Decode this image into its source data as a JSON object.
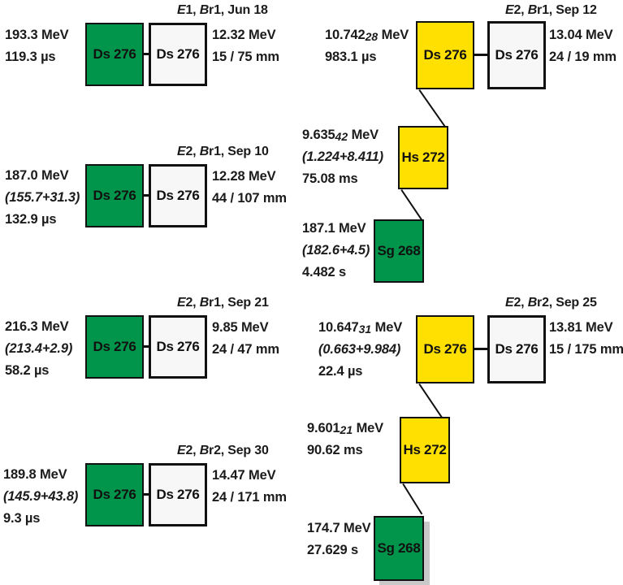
{
  "figure": {
    "type": "decay-chain-diagram",
    "units": {
      "energy": "MeV",
      "position": "mm"
    },
    "colors": {
      "green_box": "#00954a",
      "yellow_box": "#ffe000",
      "white_box": "#f7f7f7",
      "outline": "#111111",
      "shadow": "#c9c9c9"
    },
    "legend_note": ""
  },
  "chains": [
    {
      "id": "chain-1",
      "header": {
        "experiment": "E1",
        "branch": "Br1",
        "date": "Jun 18",
        "text": "E1, Br1, Jun 18"
      },
      "left_labels": [
        "193.3 MeV",
        "119.3 µs"
      ],
      "right_labels": [
        "12.32 MeV",
        "15 / 75 mm"
      ],
      "implant_box": {
        "nuclide": "Ds 276",
        "color": "green"
      },
      "decay_box": {
        "nuclide": "Ds 276",
        "color": "white"
      },
      "daughters": []
    },
    {
      "id": "chain-2",
      "header": {
        "experiment": "E2",
        "branch": "Br1",
        "date": "Sep 10",
        "text": "E2, Br1, Sep 10"
      },
      "left_labels": [
        "187.0 MeV",
        "(155.7+31.3)",
        "132.9 µs"
      ],
      "right_labels": [
        "12.28 MeV",
        "44 / 107 mm"
      ],
      "implant_box": {
        "nuclide": "Ds 276",
        "color": "green"
      },
      "decay_box": {
        "nuclide": "Ds 276",
        "color": "white"
      },
      "daughters": []
    },
    {
      "id": "chain-3",
      "header": {
        "experiment": "E2",
        "branch": "Br1",
        "date": "Sep 21",
        "text": "E2, Br1, Sep 21"
      },
      "left_labels": [
        "216.3 MeV",
        "(213.4+2.9)",
        "58.2 µs"
      ],
      "right_labels": [
        "9.85 MeV",
        "24 / 47 mm"
      ],
      "implant_box": {
        "nuclide": "Ds 276",
        "color": "green"
      },
      "decay_box": {
        "nuclide": "Ds 276",
        "color": "white"
      },
      "daughters": []
    },
    {
      "id": "chain-4",
      "header": {
        "experiment": "E2",
        "branch": "Br2",
        "date": "Sep 30",
        "text": "E2, Br2, Sep 30"
      },
      "left_labels": [
        "189.8 MeV",
        "(145.9+43.8)",
        "9.3 µs"
      ],
      "right_labels": [
        "14.47 MeV",
        "24 / 171 mm"
      ],
      "implant_box": {
        "nuclide": "Ds 276",
        "color": "green"
      },
      "decay_box": {
        "nuclide": "Ds 276",
        "color": "white"
      },
      "daughters": []
    },
    {
      "id": "chain-5",
      "header": {
        "experiment": "E2",
        "branch": "Br1",
        "date": "Sep 12",
        "text": "E2, Br1, Sep 12"
      },
      "energy": "10.742",
      "uncertainty": "28",
      "left_labels": [
        "983.1 µs"
      ],
      "right_labels": [
        "13.04 MeV",
        "24 / 19 mm"
      ],
      "implant_box": {
        "nuclide": "Ds 276",
        "color": "yellow"
      },
      "decay_box": {
        "nuclide": "Ds 276",
        "color": "white"
      },
      "daughters": [
        {
          "nuclide": "Hs 272",
          "color": "yellow",
          "energy": "9.635",
          "uncertainty": "42",
          "labels": [
            "(1.224+8.411)",
            "75.08 ms"
          ]
        },
        {
          "nuclide": "Sg 268",
          "color": "green",
          "labels": [
            "187.1 MeV",
            "(182.6+4.5)",
            "4.482 s"
          ]
        }
      ]
    },
    {
      "id": "chain-6",
      "header": {
        "experiment": "E2",
        "branch": "Br2",
        "date": "Sep 25",
        "text": "E2, Br2, Sep 25"
      },
      "energy": "10.647",
      "uncertainty": "31",
      "left_labels": [
        "(0.663+9.984)",
        "22.4 µs"
      ],
      "right_labels": [
        "13.81 MeV",
        "15 / 175 mm"
      ],
      "implant_box": {
        "nuclide": "Ds 276",
        "color": "yellow"
      },
      "decay_box": {
        "nuclide": "Ds 276",
        "color": "white"
      },
      "daughters": [
        {
          "nuclide": "Hs 272",
          "color": "yellow",
          "energy": "9.601",
          "uncertainty": "21",
          "labels": [
            "90.62 ms"
          ]
        },
        {
          "nuclide": "Sg 268",
          "color": "green",
          "labels": [
            "174.7 MeV",
            "27.629 s"
          ],
          "shadow": true
        }
      ]
    }
  ],
  "text": {
    "mev": "MeV",
    "c1_l0": "193.3 MeV",
    "c1_l1": "119.3 µs",
    "c1_r0": "12.32 MeV",
    "c1_r1": "15 / 75 mm",
    "c1_hdr_a": "E",
    "c1_hdr_b": "1, ",
    "c1_hdr_c": "B",
    "c1_hdr_d": "r1, Jun 18",
    "c2_l0": "187.0 MeV",
    "c2_l1": "(155.7+31.3)",
    "c2_l2": "132.9 µs",
    "c2_r0": "12.28 MeV",
    "c2_r1": "44 / 107 mm",
    "c2_hdr_a": "E",
    "c2_hdr_b": "2, ",
    "c2_hdr_c": "B",
    "c2_hdr_d": "r1, Sep 10",
    "c3_l0": "216.3 MeV",
    "c3_l1": "(213.4+2.9)",
    "c3_l2": "58.2 µs",
    "c3_r0": "9.85 MeV",
    "c3_r1": "24 / 47 mm",
    "c3_hdr_a": "E",
    "c3_hdr_b": "2, ",
    "c3_hdr_c": "B",
    "c3_hdr_d": "r1, Sep 21",
    "c4_l0": "189.8 MeV",
    "c4_l1": "(145.9+43.8)",
    "c4_l2": "9.3 µs",
    "c4_r0": "14.47 MeV",
    "c4_r1": "24 / 171 mm",
    "c4_hdr_a": "E",
    "c4_hdr_b": "2, ",
    "c4_hdr_c": "B",
    "c4_hdr_d": "r2, Sep 30",
    "c5_e": "10.742",
    "c5_u": "28",
    "c5_l1": "983.1 µs",
    "c5_r0": "13.04 MeV",
    "c5_r1": "24 / 19 mm",
    "c5_hdr_a": "E",
    "c5_hdr_b": "2, ",
    "c5_hdr_c": "B",
    "c5_hdr_d": "r1, Sep 12",
    "c5_hs_e": "9.635",
    "c5_hs_u": "42",
    "c5_hs_1": "(1.224+8.411)",
    "c5_hs_2": "75.08 ms",
    "c5_sg_0": "187.1 MeV",
    "c5_sg_1": "(182.6+4.5)",
    "c5_sg_2": "4.482 s",
    "c6_e": "10.647",
    "c6_u": "31",
    "c6_l1": "(0.663+9.984)",
    "c6_l2": "22.4 µs",
    "c6_r0": "13.81 MeV",
    "c6_r1": "15 / 175 mm",
    "c6_hdr_a": "E",
    "c6_hdr_b": "2, ",
    "c6_hdr_c": "B",
    "c6_hdr_d": "r2, Sep 25",
    "c6_hs_e": "9.601",
    "c6_hs_u": "21",
    "c6_hs_1": "90.62 ms",
    "c6_sg_0": "174.7 MeV",
    "c6_sg_1": "27.629 s",
    "nuc_ds": "Ds 276",
    "nuc_hs": "Hs 272",
    "nuc_sg": "Sg 268"
  }
}
